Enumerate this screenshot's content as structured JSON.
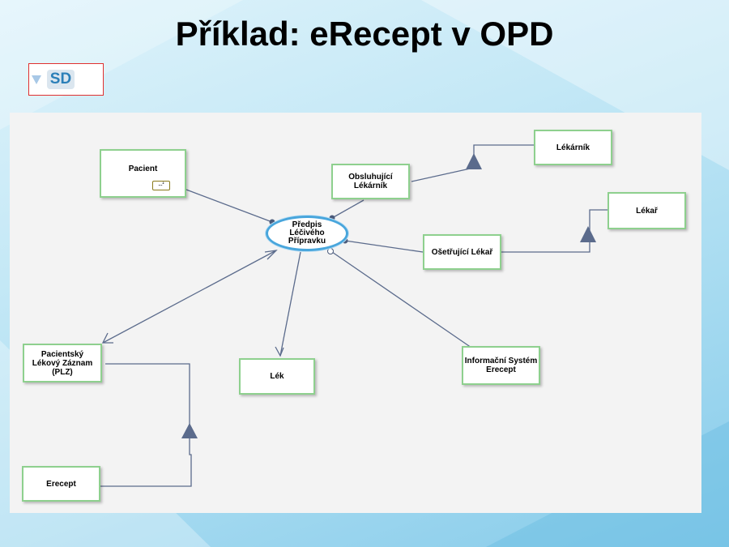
{
  "slide": {
    "title": "Příklad: eRecept v OPD"
  },
  "toolbar": {
    "sd_label": "SD"
  },
  "diagram": {
    "process": "Předpis Léčivého Přípravku",
    "objects": {
      "pacient": "Pacient",
      "pacient_badge": "...²",
      "obsluhujici_lekarnik": "Obsluhující Lékárník",
      "lekarnik": "Lékárník",
      "lekar": "Lékař",
      "osetrujici_lekar": "Ošetřující Lékař",
      "plz": "Pacientský Lékový Záznam (PLZ)",
      "lek": "Lék",
      "informacni_system": "Informační Systém Erecept",
      "erecept": "Erecept"
    }
  },
  "colors": {
    "object_border": "#8ed08e",
    "process_border": "#49a6dc",
    "link": "#5b6b8c"
  }
}
